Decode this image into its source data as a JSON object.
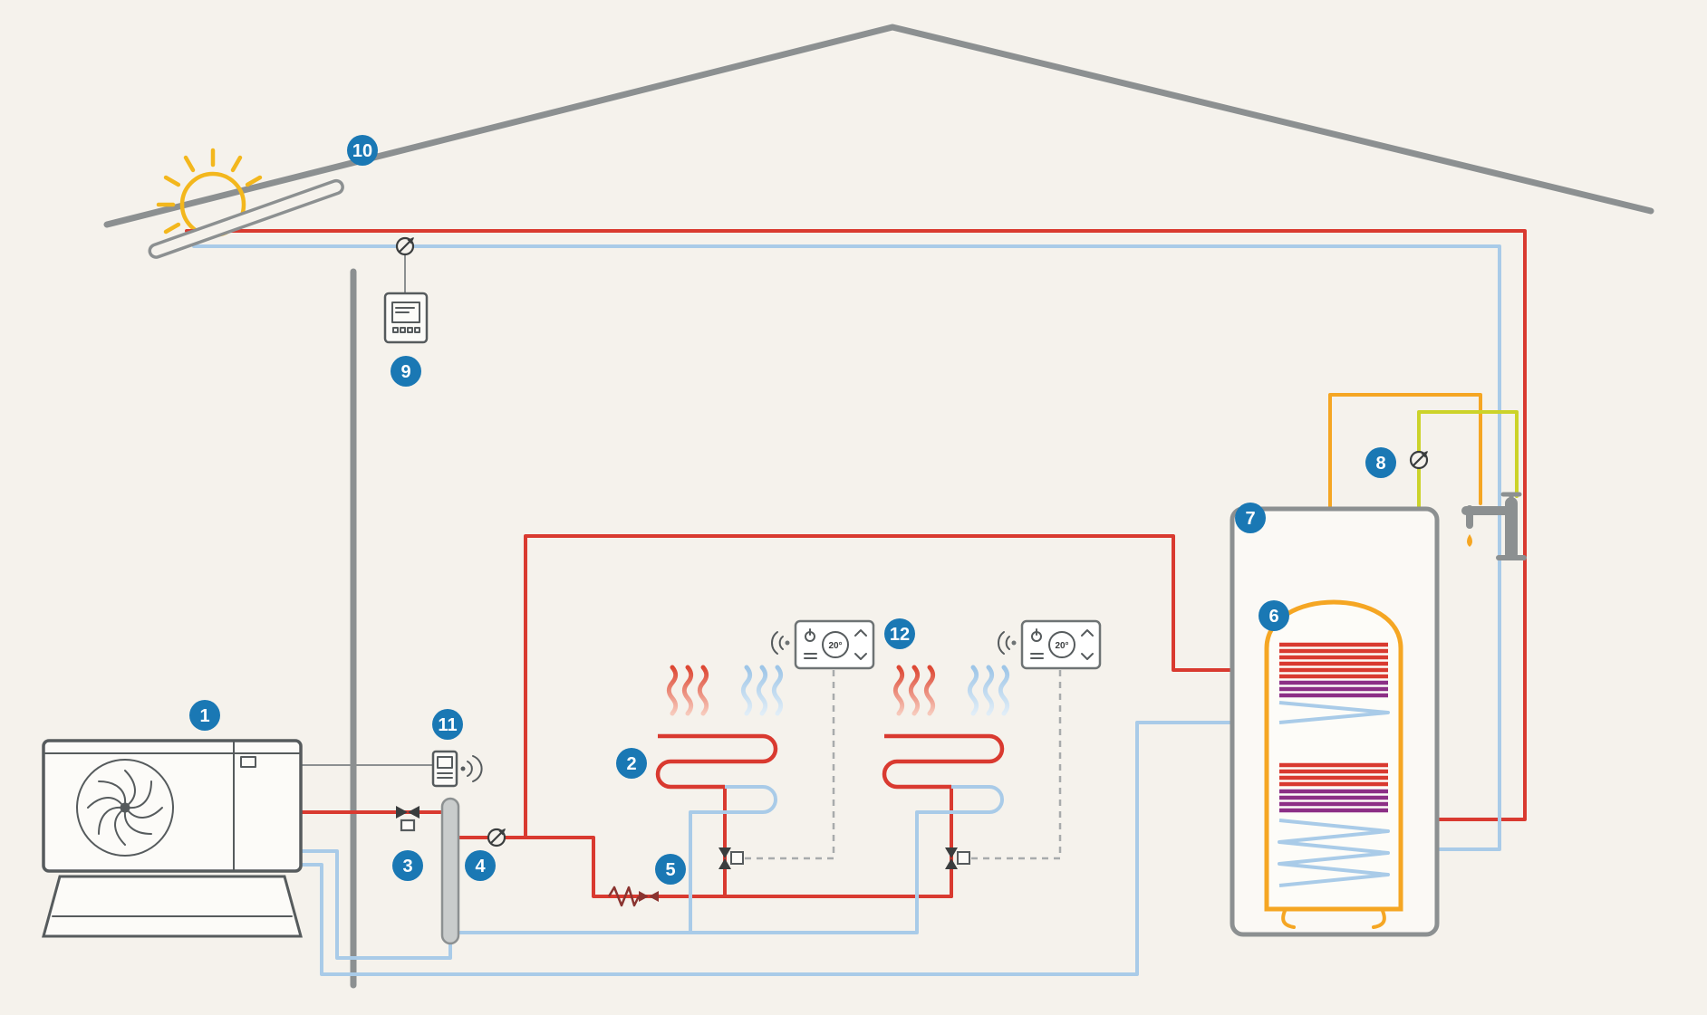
{
  "badges": [
    "1",
    "2",
    "3",
    "4",
    "5",
    "6",
    "7",
    "8",
    "9",
    "10",
    "11",
    "12"
  ],
  "thermostats": [
    {
      "temperature": "20°"
    },
    {
      "temperature": "20°"
    }
  ],
  "colors": {
    "background": "#f5f2ec",
    "badge-blue": "#1a78b4",
    "pipe-hot": "#d93a30",
    "pipe-cold": "#a9cbe8",
    "pipe-dhw-hot": "#f5a623",
    "pipe-cold-water": "#ccd32a",
    "coil-purple": "#8c2f86",
    "structure-gray": "#8c9091",
    "sun-yellow": "#f3b71d"
  }
}
